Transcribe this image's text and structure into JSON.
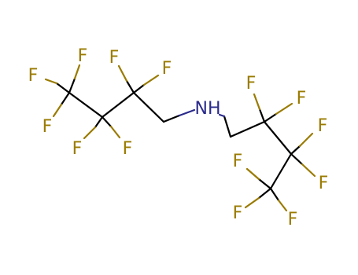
{
  "molecule": {
    "colors": {
      "carbon_bond": "#000000",
      "fluorine": "#9a7b00",
      "nitrogen": "#2a2a8c",
      "background": "#ffffff"
    },
    "atoms": [
      {
        "id": "f1",
        "label": "F",
        "element": "F"
      },
      {
        "id": "f2",
        "label": "F",
        "element": "F"
      },
      {
        "id": "f3",
        "label": "F",
        "element": "F"
      },
      {
        "id": "f4",
        "label": "F",
        "element": "F"
      },
      {
        "id": "f5",
        "label": "F",
        "element": "F"
      },
      {
        "id": "f6",
        "label": "F",
        "element": "F"
      },
      {
        "id": "f7",
        "label": "F",
        "element": "F"
      },
      {
        "id": "nh",
        "label": "NH",
        "element": "N"
      },
      {
        "id": "f8",
        "label": "F",
        "element": "F"
      },
      {
        "id": "f9",
        "label": "F",
        "element": "F"
      },
      {
        "id": "f10",
        "label": "F",
        "element": "F"
      },
      {
        "id": "f11",
        "label": "F",
        "element": "F"
      },
      {
        "id": "f12",
        "label": "F",
        "element": "F"
      },
      {
        "id": "f13",
        "label": "F",
        "element": "F"
      },
      {
        "id": "f14",
        "label": "F",
        "element": "F"
      }
    ]
  }
}
